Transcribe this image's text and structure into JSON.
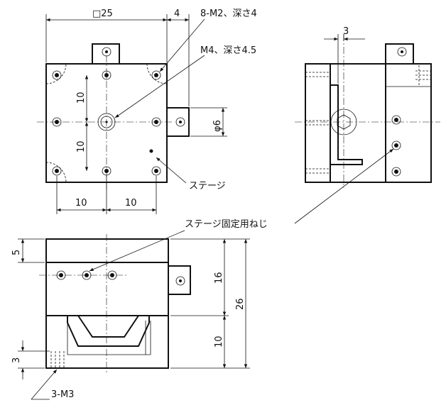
{
  "labels": {
    "square_size": "□25",
    "tab_dim": "4",
    "mount_holes": "8-M2、深さ4",
    "center_tap": "M4、深さ4.5",
    "pitch_v1": "10",
    "pitch_v2": "10",
    "pitch_h1": "10",
    "pitch_h2": "10",
    "dia": "φ6",
    "stage": "ステージ",
    "side_offset": "3",
    "stage_screw": "ステージ固定用ねじ",
    "dim_5": "5",
    "dim_16": "16",
    "dim_26": "26",
    "dim_10": "10",
    "dim_3": "3",
    "bottom_holes": "3-M3"
  }
}
